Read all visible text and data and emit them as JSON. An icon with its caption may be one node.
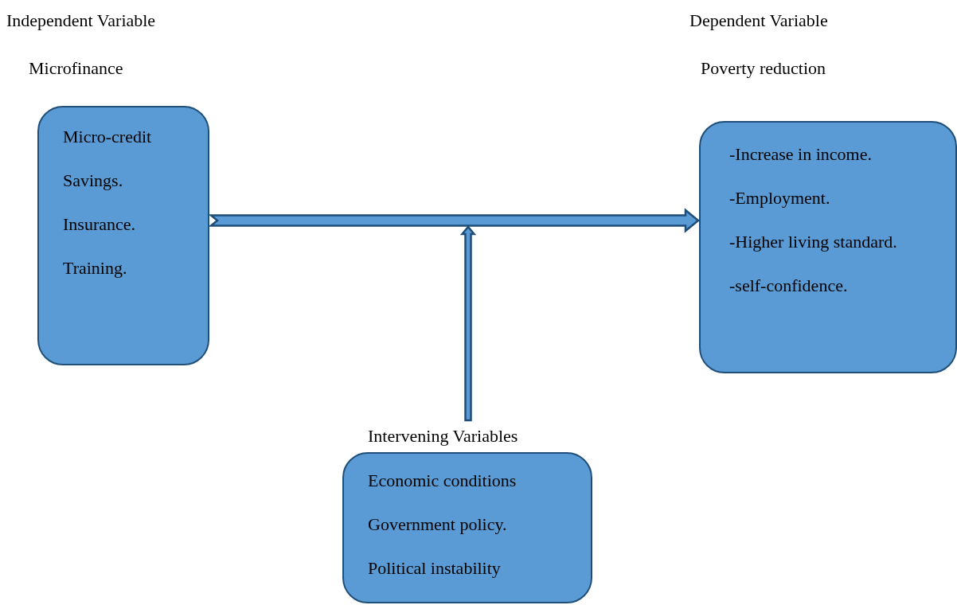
{
  "diagram": {
    "nodes": [
      {
        "text": [
          "Independent Variable",
          "Microfinance",
          "Micro-credit",
          "Savings.",
          "Insurance.",
          "Training."
        ]
      },
      {
        "text": [
          "Dependent Variable",
          "Poverty reduction",
          "-Increase in income.",
          "-Employment.",
          "-Higher living standard.",
          "-self-confidence."
        ]
      },
      {
        "text": [
          "Intervening Variables",
          "Economic conditions",
          "Government policy.",
          "Political instability"
        ]
      }
    ],
    "edges": [
      {
        "from": 0,
        "to": 1,
        "arrow": "to"
      },
      {
        "from": 2,
        "to": null,
        "arrow": "to"
      }
    ]
  }
}
